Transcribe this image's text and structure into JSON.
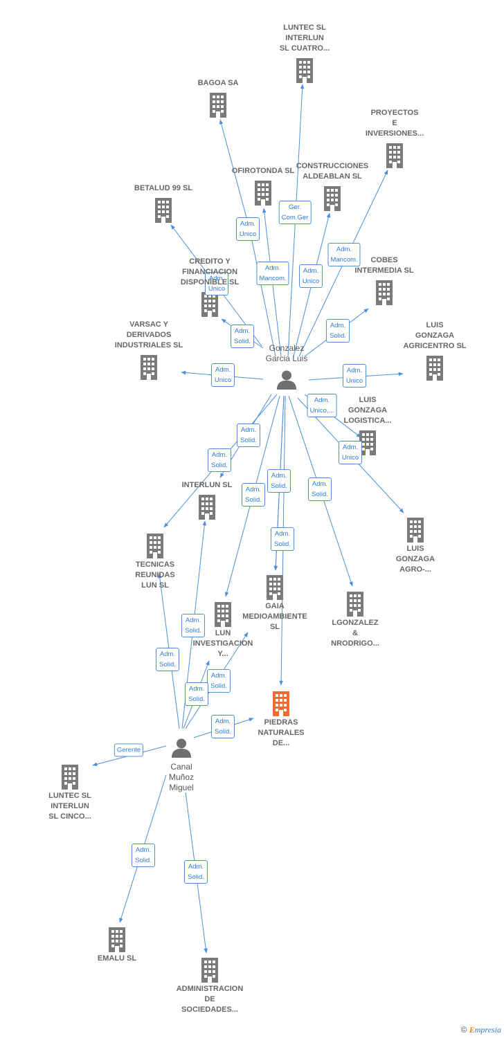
{
  "colors": {
    "edge": "#4a8fdb",
    "company": "#7a7a7a",
    "target": "#f26a32",
    "person": "#6f6f6f"
  },
  "persons": {
    "gonzalez": "Gonzalez\nGarcia Luis",
    "canal": "Canal\nMuñoz\nMiguel"
  },
  "companies": {
    "luntec_cuatro": "LUNTEC SL\nINTERLUN\nSL CUATRO...",
    "bagoa": "BAGOA SA",
    "proyectos": "PROYECTOS\nE\nINVERSIONES...",
    "ofirotonda": "OFIROTONDA SL",
    "construcciones": "CONSTRUCCIONES\nALDEABLAN SL",
    "betalud": "BETALUD 99 SL",
    "credito": "CREDITO Y\nFINANCIACION\nDISPONIBLE SL",
    "cobes": "COBES\nINTERMEDIA SL",
    "varsac": "VARSAC Y\nDERIVADOS\nINDUSTRIALES SL",
    "agricentro": "LUIS\nGONZAGA\nAGRICENTRO SL",
    "logistica": "LUIS\nGONZAGA\nLOGISTICA...",
    "interlun": "INTERLUN SL",
    "tecnicas": "TECNICAS\nREUNIDAS\nLUN  SL",
    "agro": "LUIS\nGONZAGA\nAGRO-...",
    "gaia": "GAIA\nMEDIOAMBIENTE\nSL",
    "lun_investigacion": "LUN\nINVESTIGACION\nY...",
    "lgonzalez": "LGONZALEZ\n&\nNRODRIGO...",
    "piedras": "PIEDRAS\nNATURALES\nDE...",
    "luntec_cinco": "LUNTEC SL\nINTERLUN\nSL CINCO...",
    "emalu": "EMALU SL",
    "administracion": "ADMINISTRACION\nDE\nSOCIEDADES..."
  },
  "edge_labels": {
    "ger_com": "Ger.\nCom.Ger",
    "adm_unico_bagoa": "Adm.\nUnico",
    "adm_mancom_ofi": "Adm.\nMancom.",
    "adm_unico_cons": "Adm.\nUnico",
    "adm_mancom_proy": "Adm.\nMancom.",
    "adm_unico_betalud": "Adm.\nUnico",
    "adm_solid_credito": "Adm.\nSolid.",
    "adm_solid_cobes": "Adm.\nSolid.",
    "adm_unico_varsac": "Adm.\nUnico",
    "adm_unico_agri": "Adm.\nUnico",
    "adm_unico_log": "Adm.\nUnico,...",
    "adm_unico_agro": "Adm.\nUnico",
    "adm_solid_interlun": "Adm.\nSolid.",
    "adm_solid_tecnicas": "Adm.\nSolid.",
    "adm_solid_lunmid": "Adm.\nSolid.",
    "adm_solid_gaia_top": "Adm.\nSolid.",
    "adm_solid_gaia": "Adm.\nSolid.",
    "adm_solid_lgonzalez": "Adm.\nSolid.",
    "adm_solid_c_tecnicas": "Adm.\nSolid.",
    "adm_solid_c_interlun": "Adm.\nSolid.",
    "adm_solid_c_lun": "Adm.\nSolid.",
    "adm_solid_c_lun2": "Adm.\nSolid.",
    "adm_solid_c_piedras": "Adm.\nSolid.",
    "gerente": "Gerente",
    "adm_solid_emalu": "Adm.\nSolid.",
    "adm_solid_admin": "Adm.\nSolid."
  },
  "footer": {
    "copyright": "©",
    "brand_initial": "E",
    "brand_rest": "mpresia"
  }
}
